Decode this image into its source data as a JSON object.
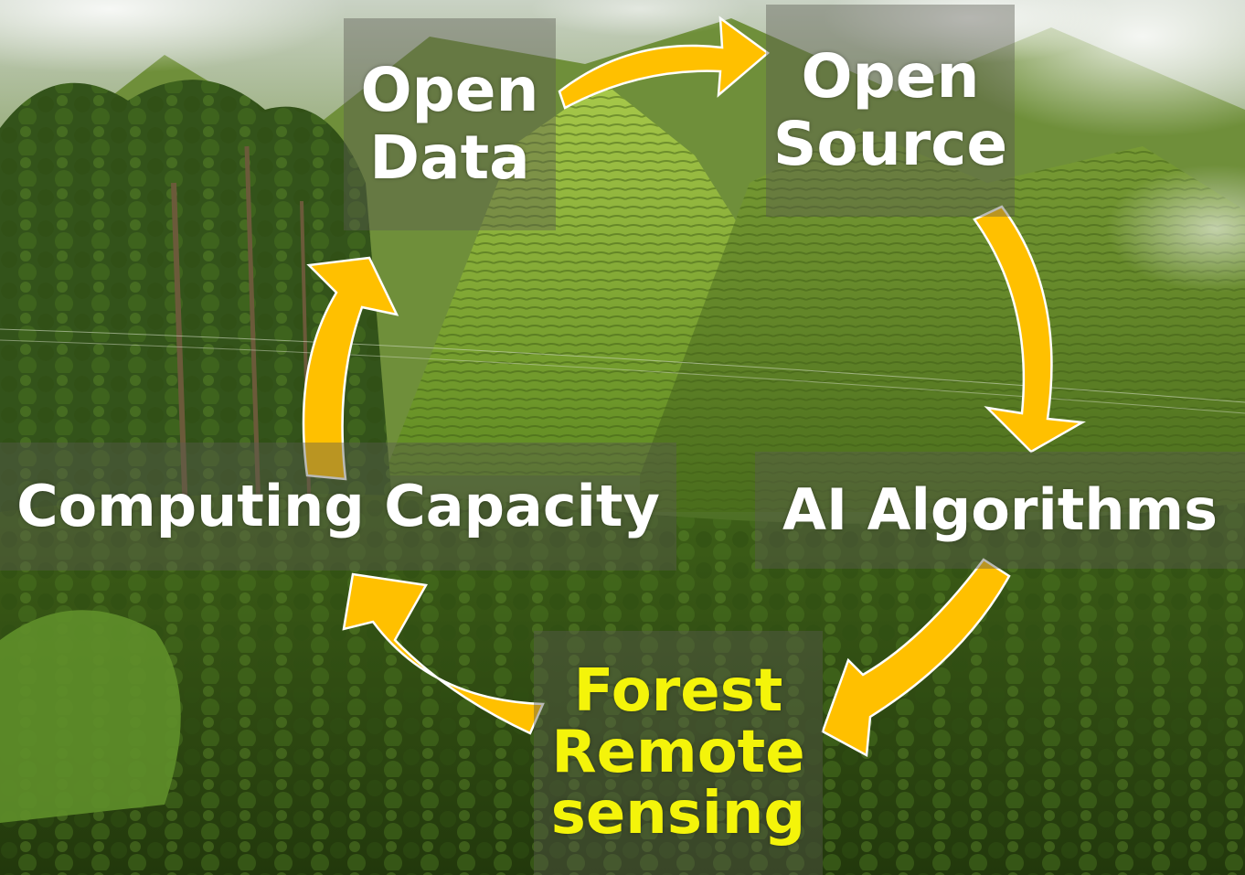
{
  "diagram": {
    "nodes": {
      "open_data": {
        "line1": "Open",
        "line2": "Data"
      },
      "open_source": {
        "line1": "Open",
        "line2": "Source"
      },
      "ai_algorithms": {
        "text": "AI Algorithms"
      },
      "computing_capacity": {
        "text": "Computing Capacity"
      },
      "forest_remote_sensing": {
        "line1": "Forest",
        "line2": "Remote",
        "line3": "sensing"
      }
    },
    "cycle_order": [
      "open_data",
      "open_source",
      "ai_algorithms",
      "forest_remote_sensing",
      "computing_capacity"
    ],
    "colors": {
      "arrow": "#ffc000",
      "label_text": "#ffffff",
      "highlight_text": "#f4f40a",
      "label_box": "rgba(90,90,80,0.42)"
    }
  },
  "background": {
    "description_icon": "mountain-forest-photo"
  }
}
